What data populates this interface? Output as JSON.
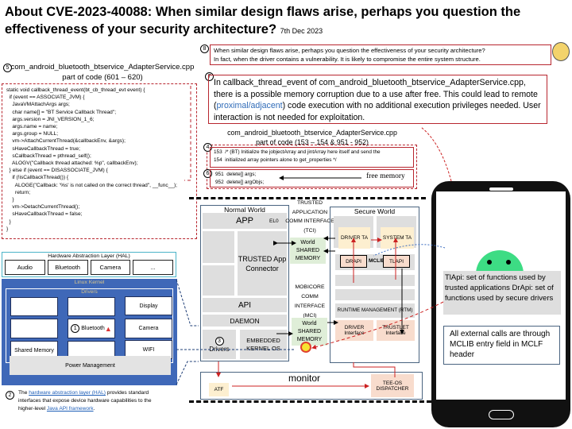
{
  "title": {
    "cve": "About CVE-2023-40088:",
    "text": " When similar design flaws arise, perhaps you question the effectiveness of your security architecture?",
    "date": "7th Dec 2023"
  },
  "note8": {
    "num": "8",
    "line1": "When similar design flaws arise, perhaps you question the effectiveness of your security architecture?",
    "line2": "In fact, when the driver contains a vulnerability. It is likely to compromise the entire system structure."
  },
  "note7": {
    "num": "7",
    "pre": "In callback_thread_event of com_android_bluetooth_btservice_AdapterService.cpp, there is a possible memory corruption due to a use after free. This could lead to remote (",
    "link": "proximal/adjacent",
    "post": ") code execution with no additional execution privileges needed. User interaction is not needed for exploitation."
  },
  "code_left": {
    "num": "5",
    "file": "com_android_bluetooth_btservice_AdapterService.cpp",
    "range": "part of code (601 – 620)",
    "code": "static void callback_thread_event(bt_cb_thread_evt event) {\n  if (event == ASSOCIATE_JVM) {\n    JavaVMAttachArgs args;\n    char name[] = \"BT Service Callback Thread\";\n    args.version = JNI_VERSION_1_6;\n    args.name = name;\n    args.group = NULL;\n    vm->AttachCurrentThread(&callbackEnv, &args);\n    sHaveCallbackThread = true;\n    sCallbackThread = pthread_self();\n    ALOGV(\"Callback thread attached: %p\", callbackEnv);\n  } else if (event == DISASSOCIATE_JVM) {\n    if (!isCallbackThread()) {\n      ALOGE(\"Callback: '%s' is not called on the correct thread\", __func__);\n      return;\n    }\n    vm->DetachCurrentThread();\n    sHaveCallbackThread = false;\n  }\n}"
  },
  "code_right": {
    "file": "com_android_bluetooth_btservice_AdapterService.cpp",
    "range": "part of code (153 – 154 & 951 - 952)",
    "num4": "4",
    "code4": "153  /* (BT) Initialize the jobjectArray and jintArray here itself and send the\n154  initialized array pointers alone to get_properties */",
    "num6": "6",
    "code6": "951  delete[] args;\n952  delete[] argObjs;",
    "free_label": "free memory"
  },
  "hal": {
    "title": "Hardware Abstraction Layer (HAL)",
    "items": [
      "Audio",
      "Bluetooth",
      "Camera",
      "..."
    ]
  },
  "kernel": {
    "title": "Linux Kernel",
    "drivers": "Drivers",
    "bt_num": "1",
    "bluetooth": "Bluetooth",
    "display": "Display",
    "camera": "Camera",
    "shared": "Shared Memory",
    "wifi": "WIFI",
    "power": "Power Management"
  },
  "note2": {
    "num": "2",
    "pre": "The ",
    "link1": "hardware abstraction layer (HAL)",
    "mid": " provides standard interfaces that expose device hardware capabilities to the higher-level ",
    "link2": "Java API framework",
    "post": "."
  },
  "normal": {
    "title": "Normal World",
    "app": "APP",
    "el0": "EL0",
    "tac": "TRUSTED App Connector",
    "api": "API",
    "daemon": "DAEMON",
    "drv_num": "3",
    "drivers": "Drivers",
    "kernel": "EMBEDDED KERNEL OS"
  },
  "middle": {
    "tci": "TRUSTED APPLICATION COMM INTERFACE (TCI)",
    "wsm": "World SHARED MEMORY",
    "mci": "MOBICORE COMM INTERFACE (MCI)"
  },
  "secure": {
    "title": "Secure World",
    "driver_ta": "DRIVER TA",
    "system_ta": "SYSTEM TA",
    "drapi": "DRAPI",
    "mclib": "MCLIB",
    "tlapi": "TLAPI",
    "rtm": "RUNTIME MANAGEMENT (RTM)",
    "drv_if": "DRIVER Interface",
    "trustlet_if": "TRUSTLET Interface"
  },
  "monitor": {
    "label": "monitor",
    "atf": "ATF",
    "dispatcher": "TEE-OS DISPATCHER"
  },
  "phone": {
    "api_note": "TlApi: set of functions used by trusted applications DrApi: set of functions used by secure drivers",
    "mclib_note": "All external calls are through MCLIB entry field in MCLF header"
  },
  "colors": {
    "red": "#b8262f",
    "kernel_blue": "#3f68b8",
    "android_green": "#3ddc84"
  }
}
